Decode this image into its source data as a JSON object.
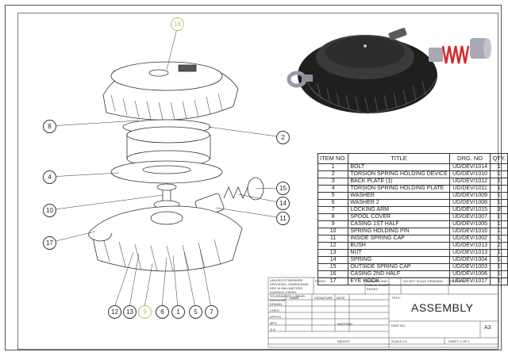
{
  "callouts": [
    "16",
    "8",
    "2",
    "4",
    "15",
    "14",
    "10",
    "11",
    "17",
    "12",
    "13",
    "9",
    "6",
    "1",
    "5",
    "7"
  ],
  "bom": {
    "headers": [
      "ITEM NO.",
      "TITLE",
      "DRG. NO",
      "QTY."
    ],
    "rows": [
      [
        "1",
        "BOLT",
        "UD/DEV/1014",
        "1"
      ],
      [
        "2",
        "TORSION SPRING HOLDING DEVICE",
        "UD/DEV/1010",
        "1"
      ],
      [
        "3",
        "BACK PLATE (1)",
        "UD/DEV/1012",
        "1"
      ],
      [
        "4",
        "TORSION SPRING HOLDING PLATE",
        "UD/DEV/1011",
        "1"
      ],
      [
        "5",
        "WASHER",
        "UD/DEV/1009",
        "1"
      ],
      [
        "6",
        "WASHER 2",
        "UD/DEV/1008",
        "1"
      ],
      [
        "7",
        "LOCKING ARM",
        "UD/DEV/1015",
        "3"
      ],
      [
        "8",
        "SPOOL COVER",
        "UD/DEV/1007",
        "1"
      ],
      [
        "9",
        "CASING 1ST HALF",
        "UD/DEV/1005",
        "1"
      ],
      [
        "10",
        "SPRING HOLDING PIN",
        "UD/DEV/1016",
        "1"
      ],
      [
        "11",
        "INSIDE SPRING CAP",
        "UD/DEV/1002",
        "1"
      ],
      [
        "12",
        "BUSH",
        "UD/DEV/1013",
        "2"
      ],
      [
        "13",
        "NUT",
        "UD/DEV/1013",
        "1"
      ],
      [
        "14",
        "SPRING",
        "UD/DEV/1004",
        "1"
      ],
      [
        "15",
        "OUTSIDE SPRING CAP",
        "UD/DEV/1003",
        "1"
      ],
      [
        "16",
        "CASING 2ND HALF",
        "UD/DEV/1006",
        "1"
      ],
      [
        "17",
        "EYE HOOK",
        "UD/DEV/1017",
        "1"
      ]
    ]
  },
  "title_block": {
    "title": "ASSEMBLY",
    "sheet_size": "A3",
    "notes": "UNLESS OTHERWISE SPECIFIED: DIMENSIONS ARE IN MILLIMETERS SURFACE FINISH: TOLERANCES: LINEAR: ANGULAR:",
    "finish": "FINISH",
    "deburr": "DEBURR AND BREAK SHARP EDGES",
    "no_scale": "DO NOT SCALE DRAWING",
    "revision": "REVISION",
    "name": "NAME",
    "signature": "SIGNATURE",
    "date": "DATE",
    "drawn": "DRAWN",
    "chkd": "CHK'D",
    "appvd": "APPV'D",
    "mfg": "MFG",
    "qa": "Q.A",
    "material": "MATERIAL:",
    "weight": "WEIGHT:",
    "title_label": "TITLE:",
    "dwg_no": "DWG NO.",
    "scale": "SCALE:1:1",
    "sheet": "SHEET 1 OF 1"
  },
  "colors": {
    "line": "#333333",
    "callout_highlight": "#b9c46a",
    "body_dark": "#2a2a2a",
    "spring": "#d42a2a",
    "cap": "#a9a9b4"
  }
}
